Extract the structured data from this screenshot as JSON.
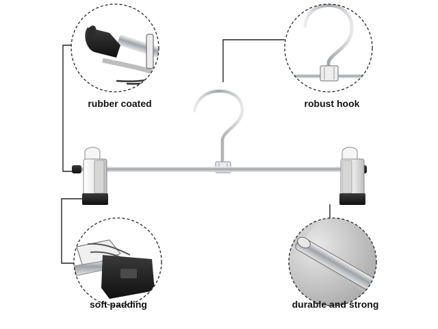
{
  "callouts": {
    "rubber_coated": "rubber coated",
    "robust_hook": "robust hook",
    "soft_padding": "soft padding",
    "durable_strong": "durable and strong"
  },
  "colors": {
    "background": "#ffffff",
    "chrome": "#c9ccd0",
    "rubber": "#1c1c1c",
    "clip_white": "#f2f2f2",
    "dashed_circle": "#222222",
    "leader_line": "#222222"
  }
}
